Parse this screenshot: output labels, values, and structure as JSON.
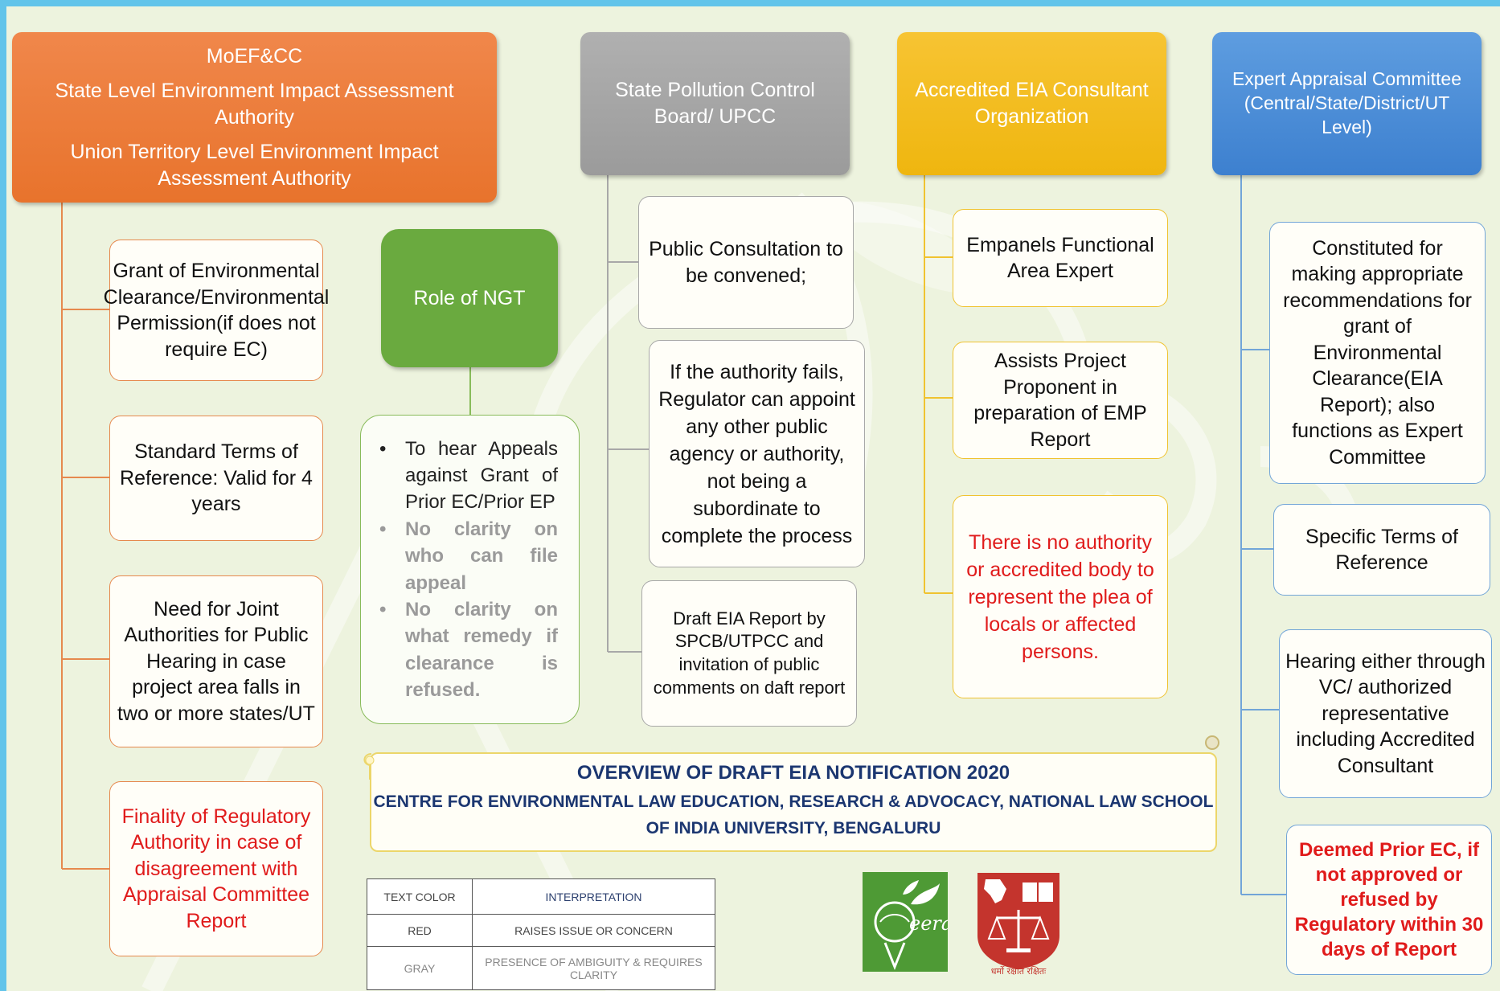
{
  "colors": {
    "orange": "#e8732c",
    "gray": "#9b9b9b",
    "yellow": "#efb60f",
    "blue": "#3d80cf",
    "green": "#6aaa3f",
    "red": "#e01b1b",
    "navy": "#1b3670",
    "frame": "#62c4ea",
    "background": "#edf3de"
  },
  "headers": {
    "moef": {
      "l1": "MoEF&CC",
      "l2": "State Level Environment Impact Assessment Authority",
      "l3": "Union Territory Level Environment Impact Assessment Authority"
    },
    "spcb": "State Pollution Control Board/ UPCC",
    "accredited": "Accredited EIA Consultant Organization",
    "expert": "Expert Appraisal Committee (Central/State/District/UT Level)"
  },
  "moef_items": [
    "Grant of Environmental Clearance/Environmental Permission(if does not require EC)",
    "Standard Terms of Reference: Valid for 4 years",
    "Need for Joint Authorities for Public Hearing in case project area falls in two or more states/UT",
    "Finality of Regulatory Authority in case of disagreement with Appraisal Committee Report"
  ],
  "ngt": {
    "title": "Role of NGT",
    "points": [
      "To hear Appeals against Grant of Prior EC/Prior EP",
      "No clarity on who can file appeal",
      "No clarity on what remedy if clearance is refused."
    ]
  },
  "spcb_items": [
    "Public Consultation to be convened;",
    "If the authority fails, Regulator can appoint any other public agency or authority, not being a subordinate to complete the process",
    "Draft EIA Report by SPCB/UTPCC and invitation of public comments on daft report"
  ],
  "accredited_items": [
    "Empanels Functional Area Expert",
    "Assists Project Proponent in preparation of EMP Report",
    "There is no authority or accredited body to represent the plea of locals or affected persons."
  ],
  "expert_items": [
    "Constituted for making appropriate recommendations for grant of Environmental Clearance(EIA Report); also functions as Expert Committee",
    "Specific Terms of Reference",
    "Hearing either through VC/ authorized representative including Accredited Consultant",
    "Deemed Prior EC, if not approved or refused by Regulatory within 30 days of Report"
  ],
  "banner": {
    "title": "OVERVIEW OF DRAFT EIA NOTIFICATION 2020",
    "subtitle": "CENTRE FOR ENVIRONMENTAL LAW EDUCATION, RESEARCH & ADVOCACY, NATIONAL LAW SCHOOL OF INDIA UNIVERSITY, BENGALURU"
  },
  "legend": {
    "header": [
      "TEXT COLOR",
      "INTERPRETATION"
    ],
    "rows": [
      [
        "RED",
        "RAISES ISSUE OR CONCERN"
      ],
      [
        "GRAY",
        "PRESENCE OF AMBIGUITY & REQUIRES CLARITY"
      ]
    ]
  },
  "logos": {
    "ceera": {
      "name": "ceera-logo",
      "text": "eera"
    },
    "nls": {
      "name": "nlsiu-logo",
      "text": "धर्मो रक्षति रक्षितः"
    }
  }
}
